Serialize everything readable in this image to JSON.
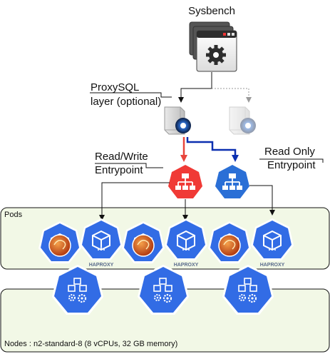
{
  "title": "Sysbench",
  "proxysql_label": {
    "line1": "ProxySQL",
    "line2": "layer (optional)"
  },
  "rw_label": {
    "line1": "Read/Write",
    "line2": "Entrypoint"
  },
  "ro_label": {
    "line1": "Read Only",
    "line2": "Entrypoint"
  },
  "pods_label": "Pods",
  "haproxy_text": "HAPROXY",
  "nodes_label": "Nodes : n2-standard-8 (8 vCPUs, 32 GB memory)",
  "colors": {
    "pods_bg": "#f2f8e6",
    "k8s_blue": "#326ce5",
    "rw_red": "#f03a36",
    "ro_blue": "#2a6fd6",
    "arrow_red": "#e8453c",
    "arrow_blue": "#0b2fb0",
    "mysql_orange": "#c8561e"
  }
}
